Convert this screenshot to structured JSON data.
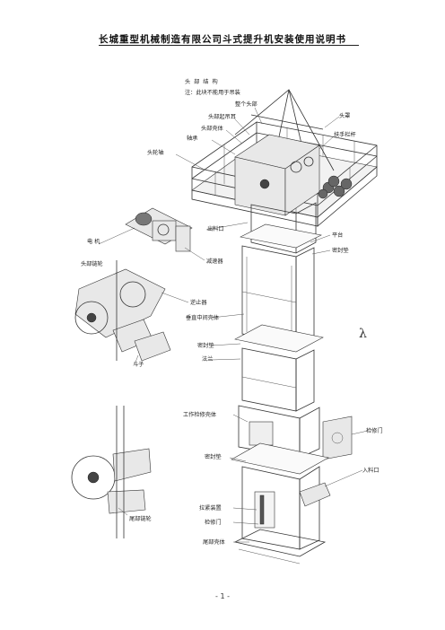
{
  "header": {
    "title": "长城重型机械制造有限公司斗式提升机安装使用说明书"
  },
  "figure": {
    "heading": "头  部  结  构",
    "note": "注：此块不能用于吊装",
    "labels": {
      "whole_head": "整个头部",
      "head_lifting_lug": "头部起吊耳",
      "head_housing": "头部壳体",
      "bearing": "轴承",
      "head_wheel_shaft": "头轮轴",
      "head_cover": "头罩",
      "handrail": "扶手栏杆",
      "motor": "电  机",
      "reducer": "减速器",
      "outlet": "出料口",
      "platform": "平台",
      "seal_gasket_top": "密封垫",
      "head_sprocket": "头部链轮",
      "backstop": "逆止器",
      "middle_housing": "垂直中间壳体",
      "seal_gasket_mid": "密封垫",
      "flange": "法兰",
      "hopper": "斗子",
      "work_access_housing": "工作检修壳体",
      "access_door_right": "检修门",
      "seal_gasket_low": "密封垫",
      "inlet": "入料口",
      "tail_sprocket": "尾部链轮",
      "tension_device": "拉紧装置",
      "access_door_tail": "检修门",
      "tail_housing": "尾部壳体"
    }
  },
  "footer": {
    "page": "- 1 -"
  }
}
